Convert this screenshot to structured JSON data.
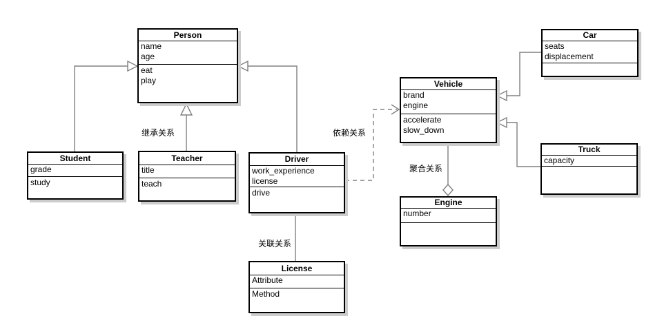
{
  "diagram": {
    "classes": {
      "person": {
        "title": "Person",
        "attributes": [
          "name",
          "age"
        ],
        "methods": [
          "eat",
          "play"
        ]
      },
      "student": {
        "title": "Student",
        "attributes": [
          "grade"
        ],
        "methods": [
          "study"
        ]
      },
      "teacher": {
        "title": "Teacher",
        "attributes": [
          "title"
        ],
        "methods": [
          "teach"
        ]
      },
      "driver": {
        "title": "Driver",
        "attributes": [
          "work_experience",
          "license"
        ],
        "methods": [
          "drive"
        ]
      },
      "license": {
        "title": "License",
        "attributes": [
          "Attribute"
        ],
        "methods": [
          "Method"
        ]
      },
      "vehicle": {
        "title": "Vehicle",
        "attributes": [
          "brand",
          "engine"
        ],
        "methods": [
          "accelerate",
          "slow_down"
        ]
      },
      "engine": {
        "title": "Engine",
        "attributes": [
          "number"
        ],
        "methods": []
      },
      "car": {
        "title": "Car",
        "attributes": [
          "seats",
          "displacement"
        ],
        "methods": []
      },
      "truck": {
        "title": "Truck",
        "attributes": [
          "capacity"
        ],
        "methods": []
      }
    },
    "relationship_labels": {
      "inheritance": "继承关系",
      "dependency": "依赖关系",
      "association": "关联关系",
      "aggregation": "聚合关系"
    },
    "colors": {
      "line": "#808080",
      "box_border": "#000000",
      "box_fill": "#ffffff",
      "text": "#000000"
    }
  }
}
